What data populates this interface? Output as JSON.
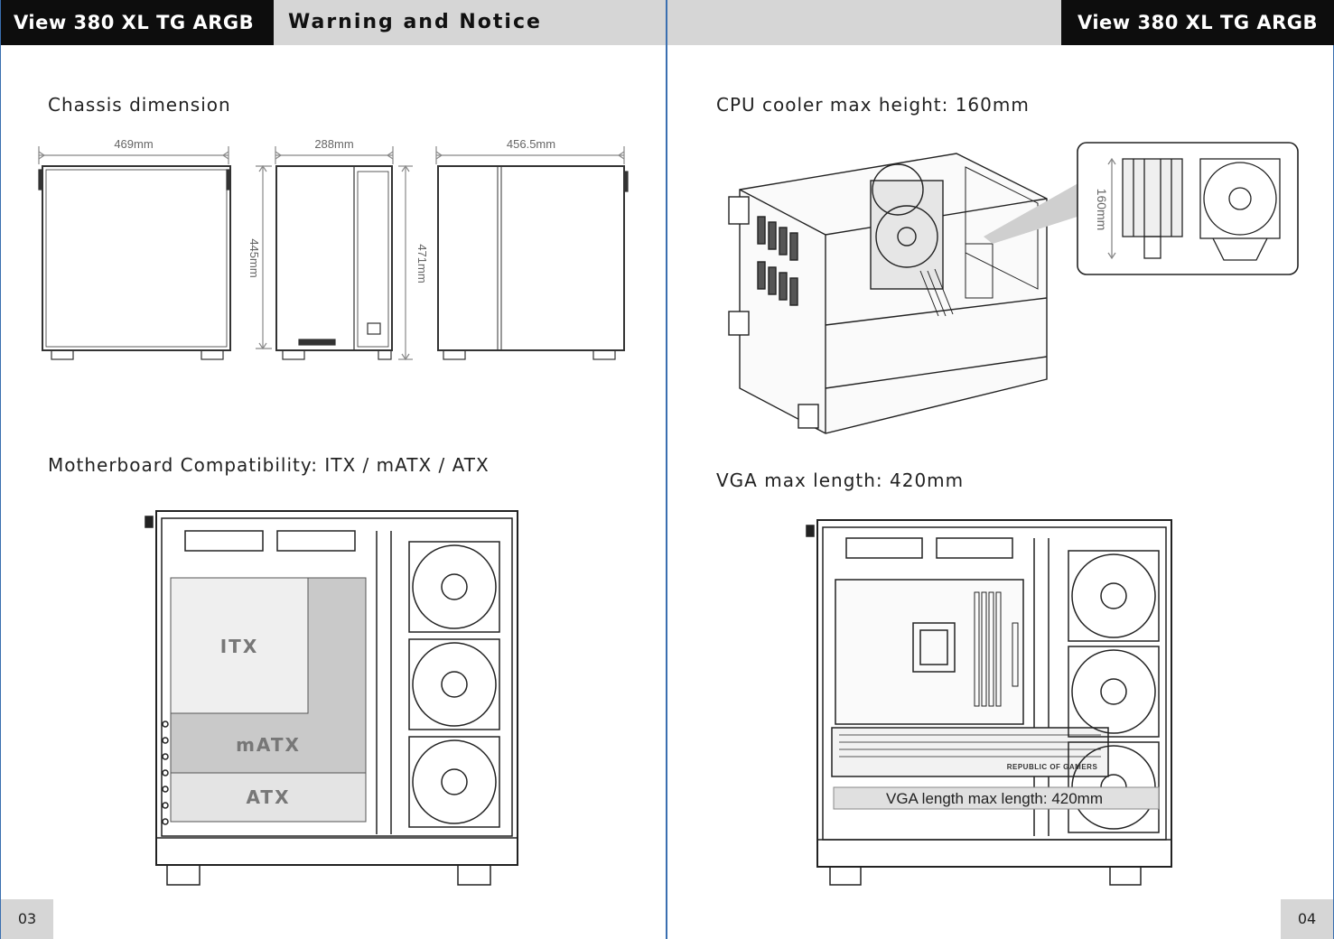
{
  "left_page": {
    "brand": "View 380 XL TG ARGB",
    "header_title": "Warning and Notice",
    "chassis_title": "Chassis dimension",
    "dims": {
      "width": "469mm",
      "depth_top": "288mm",
      "height_front": "445mm",
      "height_total": "471mm",
      "depth_side": "456.5mm"
    },
    "mb_title": "Motherboard Compatibility: ITX / mATX / ATX",
    "mb_zones": {
      "itx": "ITX",
      "matx": "mATX",
      "atx": "ATX"
    },
    "page_number": "03"
  },
  "right_page": {
    "brand": "View 380 XL TG ARGB",
    "cpu_title": "CPU cooler max height: 160mm",
    "cooler_dim": "160mm",
    "vga_title": "VGA max length: 420mm",
    "vga_caption": "VGA length max length: 420mm",
    "gpu_brand": "REPUBLIC OF GAMERS",
    "page_number": "04"
  }
}
